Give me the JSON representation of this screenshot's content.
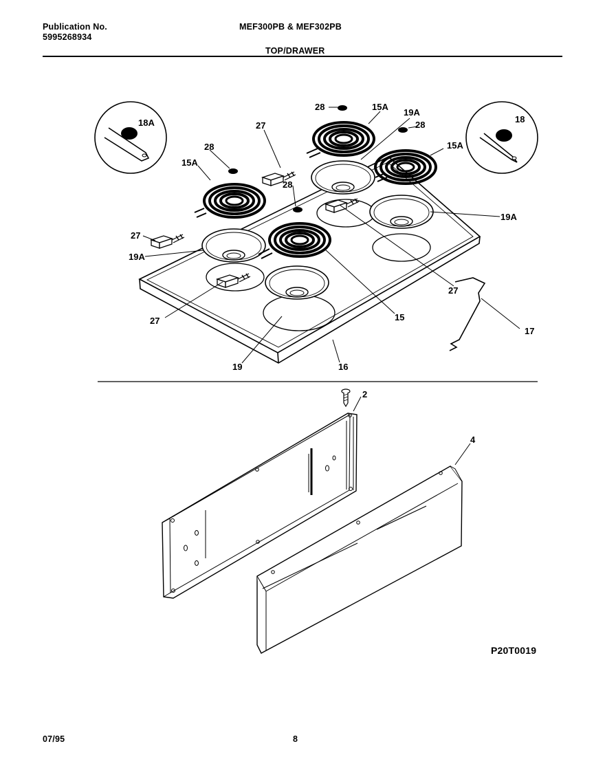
{
  "header": {
    "publication_label": "Publication No.",
    "publication_number": "5995268934",
    "model": "MEF300PB & MEF302PB",
    "section": "TOP/DRAWER"
  },
  "callouts": {
    "c28a": "28",
    "c15a_top": "15A",
    "c19a_top": "19A",
    "c28b": "28",
    "c18a": "18A",
    "c18": "18",
    "c27a": "27",
    "c28c": "28",
    "c15a_left": "15A",
    "c15a_right": "15A",
    "c28d": "28",
    "c27b": "27",
    "c19a_left": "19A",
    "c19a_right": "19A",
    "c27c": "27",
    "c27d": "27",
    "c15": "15",
    "c17": "17",
    "c19": "19",
    "c16": "16",
    "c2": "2",
    "c4": "4"
  },
  "figure_code": "P20T0019",
  "footer": {
    "date": "07/95",
    "page": "8"
  }
}
